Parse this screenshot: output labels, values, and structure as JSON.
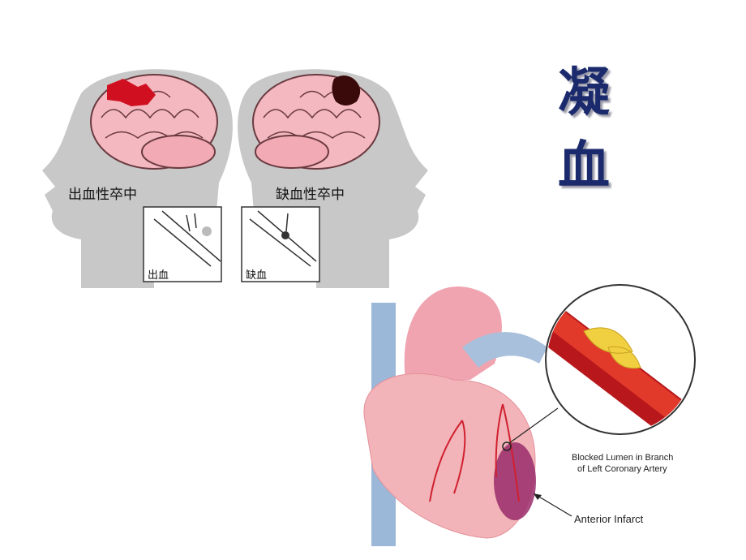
{
  "title": {
    "line1": "凝",
    "line2": "血"
  },
  "stroke": {
    "hemorrhagic_label": "出血性卒中",
    "ischemic_label": "缺血性卒中",
    "hemorrhage_inset": "出血",
    "ischemia_inset": "缺血"
  },
  "heart": {
    "blocked_lumen_line1": "Blocked Lumen in Branch",
    "blocked_lumen_line2": "of Left Coronary Artery",
    "infarct_label": "Anterior Infarct"
  },
  "colors": {
    "title": "#1a2a6c",
    "head": "#c8c8c8",
    "brain": "#f4b8c0",
    "hemorrhage": "#d01020",
    "clot": "#3a0a0a"
  }
}
